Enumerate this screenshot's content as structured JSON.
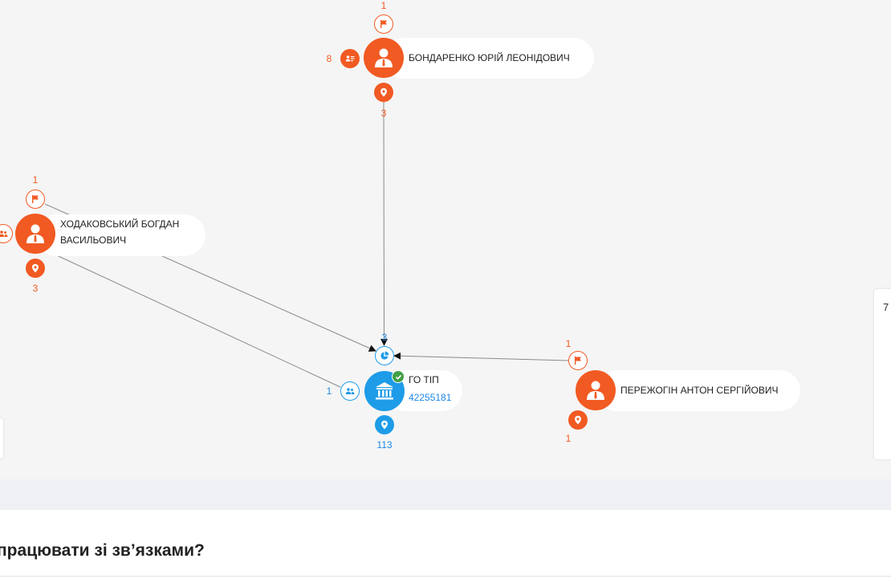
{
  "graph": {
    "colors": {
      "person": "#f15a22",
      "organization": "#1e9ce8",
      "verified": "#43a047",
      "edge": "#8a8a8a"
    },
    "nodes": {
      "bondarenko": {
        "name": "БОНДАРЕНКО ЮРІЙ ЛЕОНІДОВИЧ",
        "top_count": "1",
        "left_count": "8",
        "bottom_count": "3",
        "icon": "person-icon"
      },
      "khodakovskyi": {
        "name_line1": "ХОДАКОВСЬКИЙ БОГДАН",
        "name_line2": "ВАСИЛЬОВИЧ",
        "top_count": "1",
        "bottom_count": "3",
        "icon": "person-icon"
      },
      "pryamo": {
        "name": "ПЕРЕЖОГІН АНТОН СЕРГІЙОВИЧ",
        "top_count": "1",
        "bottom_count": "1",
        "icon": "person-icon"
      },
      "go_tip": {
        "name": "ГО ТІП",
        "code": "42255181",
        "top_count": "3",
        "left_count": "1",
        "bottom_count": "113",
        "icon": "bank-icon"
      }
    }
  },
  "right_panel": {
    "partial_text": "7"
  },
  "footer": {
    "heading": "працювати зі зв’язками?"
  }
}
